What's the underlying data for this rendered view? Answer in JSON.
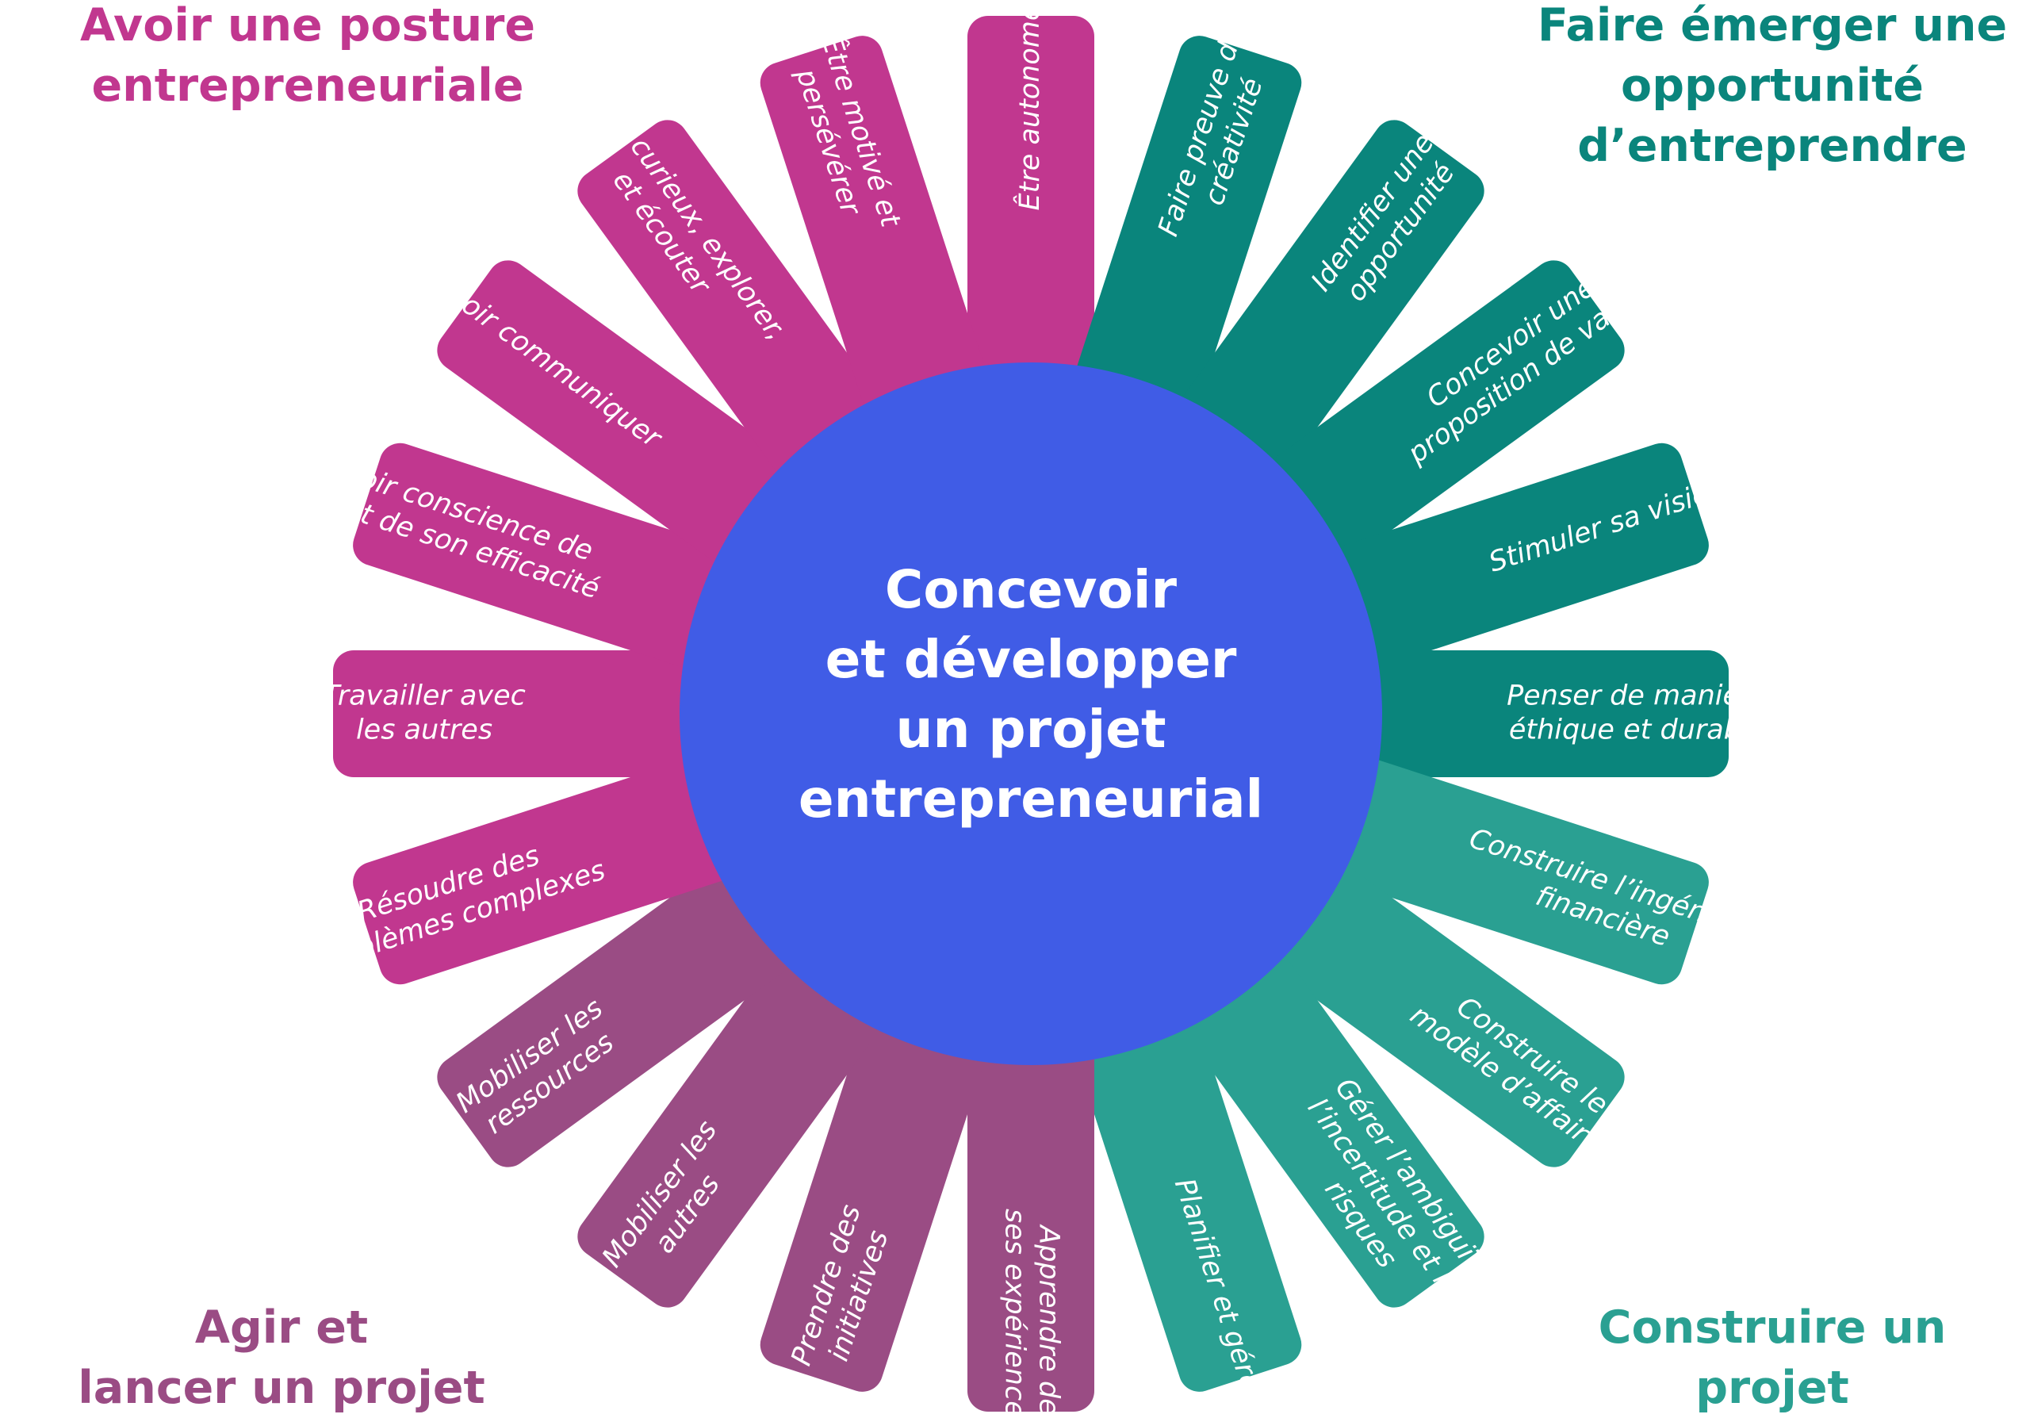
{
  "colors": {
    "magenta": "#c1378f",
    "dark_teal": "#0a857c",
    "teal": "#2aa092",
    "purple": "#9a4c84",
    "center": "#405ce6",
    "white": "#ffffff"
  },
  "center": {
    "lines": [
      "Concevoir",
      "et développer",
      "un projet",
      "entrepreneurial"
    ]
  },
  "groups": [
    {
      "lines": [
        "Avoir une posture",
        "entrepreneuriale"
      ],
      "color": "#c1378f"
    },
    {
      "lines": [
        "Faire émerger une",
        "opportunité",
        "d’entreprendre"
      ],
      "color": "#0a857c"
    },
    {
      "lines": [
        "Construire un",
        "projet"
      ],
      "color": "#2aa092"
    },
    {
      "lines": [
        "Agir et",
        "lancer un projet"
      ],
      "color": "#9a4c84"
    }
  ],
  "petals": [
    {
      "lines": [
        "Être autonome"
      ],
      "color": "#c1378f"
    },
    {
      "lines": [
        "Faire preuve de",
        "créativité"
      ],
      "color": "#0a857c"
    },
    {
      "lines": [
        "Identifier une",
        "opportunité"
      ],
      "color": "#0a857c"
    },
    {
      "lines": [
        "Concevoir une",
        "proposition de valeur"
      ],
      "color": "#0a857c"
    },
    {
      "lines": [
        "Stimuler sa vision"
      ],
      "color": "#0a857c"
    },
    {
      "lines": [
        "Penser de manière",
        "éthique et durable"
      ],
      "color": "#0a857c"
    },
    {
      "lines": [
        "Construire l’ingénérie",
        "financière"
      ],
      "color": "#2aa092"
    },
    {
      "lines": [
        "Construire le",
        "modèle d’affaires"
      ],
      "color": "#2aa092"
    },
    {
      "lines": [
        "Gérer l’ambiguïté,",
        "l’incertitude et les",
        "risques"
      ],
      "color": "#2aa092"
    },
    {
      "lines": [
        "Planifier et gérer"
      ],
      "color": "#2aa092"
    },
    {
      "lines": [
        "Apprendre de",
        "ses expériences"
      ],
      "color": "#9a4c84"
    },
    {
      "lines": [
        "Prendre des",
        "initiatives"
      ],
      "color": "#9a4c84"
    },
    {
      "lines": [
        "Mobiliser les",
        "autres"
      ],
      "color": "#9a4c84"
    },
    {
      "lines": [
        "Mobiliser les",
        "ressources"
      ],
      "color": "#9a4c84"
    },
    {
      "lines": [
        "Résoudre des",
        "problèmes complexes"
      ],
      "color": "#c1378f"
    },
    {
      "lines": [
        "Travailler avec",
        "les autres"
      ],
      "color": "#c1378f"
    },
    {
      "lines": [
        "Avoir conscience de",
        "soi et de son efficacité"
      ],
      "color": "#c1378f"
    },
    {
      "lines": [
        "Savoir communiquer"
      ],
      "color": "#c1378f"
    },
    {
      "lines": [
        "Être curieux, explorer,",
        "et écouter"
      ],
      "color": "#c1378f"
    },
    {
      "lines": [
        "Être motivé et",
        "persévérer"
      ],
      "color": "#c1378f"
    }
  ]
}
